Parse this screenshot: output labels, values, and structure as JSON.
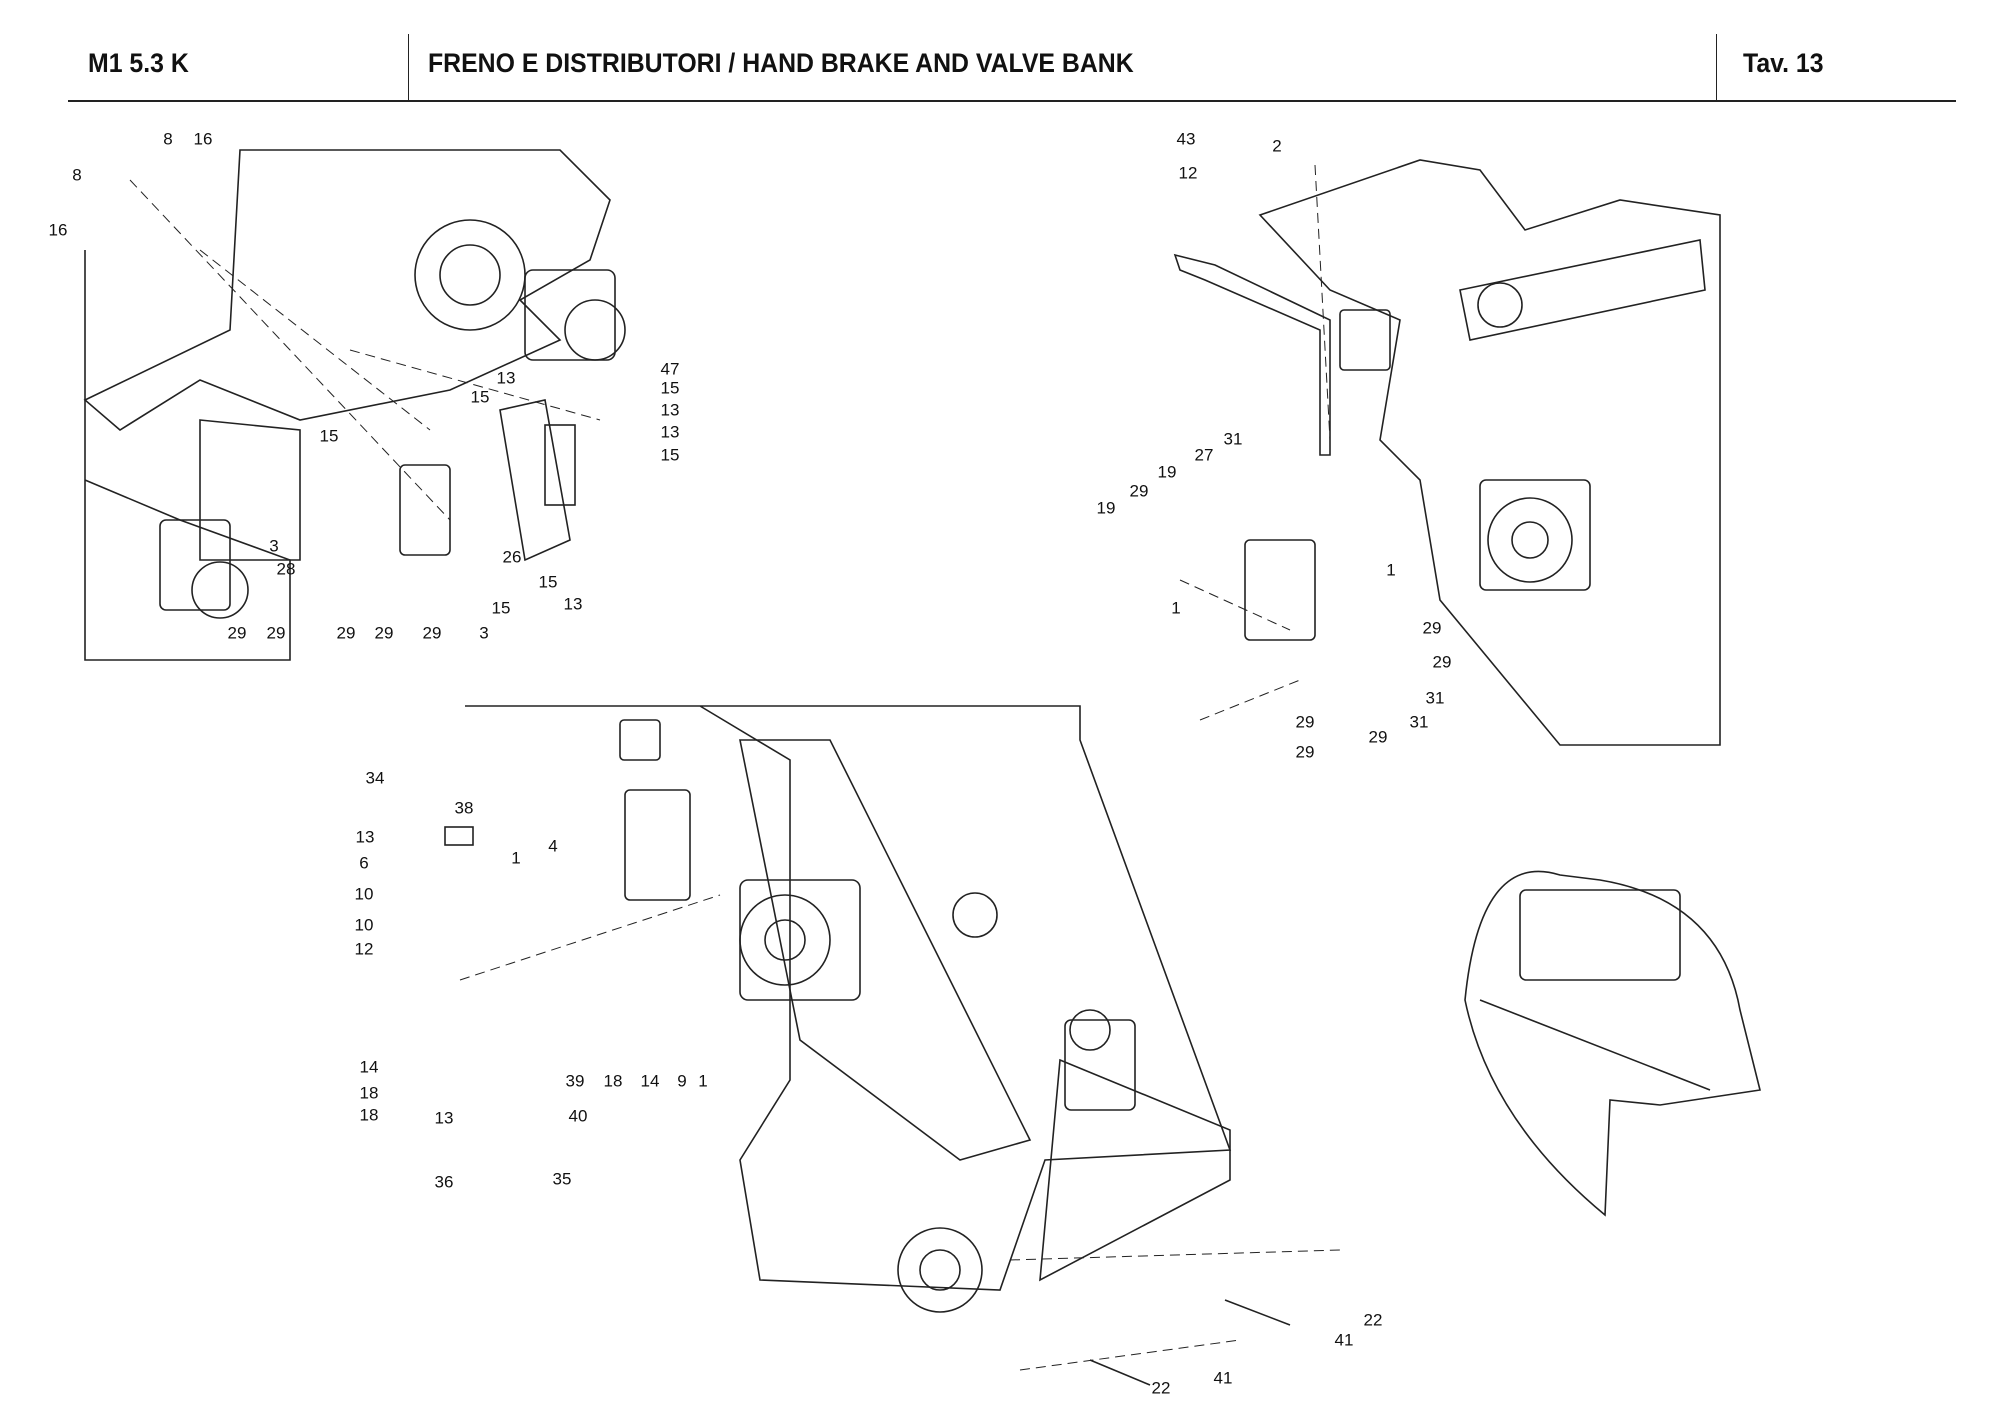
{
  "header": {
    "model": "M1 5.3 K",
    "title": "FRENO E DISTRIBUTORI / HAND BRAKE AND VALVE BANK",
    "table": "Tav.  13"
  },
  "callouts": {
    "view_top_left": [
      "8",
      "16",
      "8",
      "16",
      "47",
      "15",
      "13",
      "13",
      "15",
      "13",
      "15",
      "15",
      "3",
      "28",
      "26",
      "15",
      "15",
      "13",
      "29",
      "29",
      "29",
      "29",
      "29",
      "3"
    ],
    "view_top_right": [
      "43",
      "2",
      "12",
      "31",
      "27",
      "19",
      "29",
      "19",
      "1",
      "1",
      "29",
      "29",
      "31",
      "31",
      "29",
      "29",
      "29"
    ],
    "view_bottom": [
      "34",
      "38",
      "13",
      "6",
      "1",
      "4",
      "10",
      "10",
      "12",
      "14",
      "18",
      "18",
      "13",
      "39",
      "18",
      "14",
      "9",
      "1",
      "40",
      "36",
      "35",
      "22",
      "41",
      "41",
      "22"
    ]
  }
}
